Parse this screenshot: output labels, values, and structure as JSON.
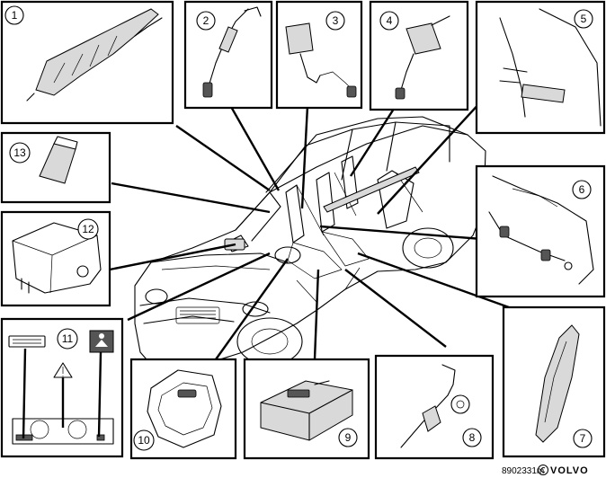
{
  "callouts": [
    {
      "id": 1,
      "label": "1"
    },
    {
      "id": 2,
      "label": "2"
    },
    {
      "id": 3,
      "label": "3"
    },
    {
      "id": 4,
      "label": "4"
    },
    {
      "id": 5,
      "label": "5"
    },
    {
      "id": 6,
      "label": "6"
    },
    {
      "id": 7,
      "label": "7"
    },
    {
      "id": 8,
      "label": "8"
    },
    {
      "id": 9,
      "label": "9"
    },
    {
      "id": 10,
      "label": "10"
    },
    {
      "id": 11,
      "label": "11"
    },
    {
      "id": 12,
      "label": "12"
    },
    {
      "id": 13,
      "label": "13"
    }
  ],
  "footer": {
    "code": "8902331m",
    "brand": "VOLVO"
  }
}
